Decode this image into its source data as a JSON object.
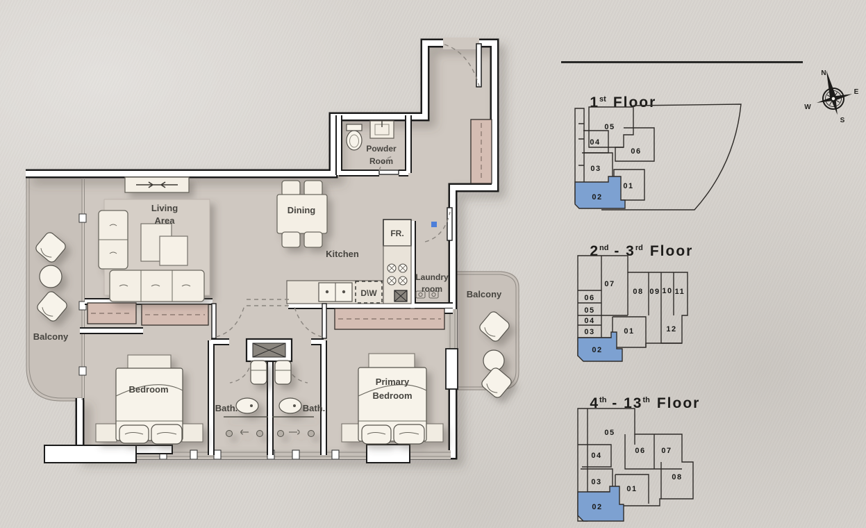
{
  "page": {
    "bg": "#d8d4cf"
  },
  "floorplan": {
    "labels": {
      "living_1": "Living",
      "living_2": "Area",
      "dining": "Dining",
      "kitchen": "Kitchen",
      "powder_1": "Powder",
      "powder_2": "Room",
      "laundry_1": "Laundry",
      "laundry_2": "room",
      "fridge": "FR.",
      "dishwasher": "D\\W",
      "balcony_left": "Balcony",
      "balcony_right": "Balcony",
      "bedroom": "Bedroom",
      "primary_1": "Primary",
      "primary_2": "Bedroom",
      "bath_left": "Bath.",
      "bath_right": "Bath."
    },
    "colors": {
      "floor": "#cfc8c1",
      "balcony_floor": "#c8c1ba",
      "wall": "#ffffff",
      "outline": "#1c1c1c",
      "closet": "#d5bdb3",
      "furniture": "#f4efe5",
      "accent_blue": "#4d7fd9",
      "highlight_unit": "#7da1d1",
      "label": "#46443f"
    }
  },
  "keyplans": [
    {
      "title": {
        "a": "1",
        "a_sup": "st",
        "dash": "",
        "b": "",
        "b_sup": "",
        "rest": "Floor"
      },
      "highlight_unit": "02",
      "units": [
        {
          "n": "05"
        },
        {
          "n": "04"
        },
        {
          "n": "06"
        },
        {
          "n": "03"
        },
        {
          "n": "01"
        },
        {
          "n": "02"
        }
      ]
    },
    {
      "title": {
        "a": "2",
        "a_sup": "nd",
        "dash": " - ",
        "b": "3",
        "b_sup": "rd",
        "rest": "Floor"
      },
      "highlight_unit": "02",
      "units": [
        {
          "n": "07"
        },
        {
          "n": "08"
        },
        {
          "n": "09"
        },
        {
          "n": "10"
        },
        {
          "n": "11"
        },
        {
          "n": "06"
        },
        {
          "n": "05"
        },
        {
          "n": "04"
        },
        {
          "n": "03"
        },
        {
          "n": "01"
        },
        {
          "n": "12"
        },
        {
          "n": "02"
        }
      ]
    },
    {
      "title": {
        "a": "4",
        "a_sup": "th",
        "dash": " - ",
        "b": "13",
        "b_sup": "th",
        "rest": "Floor"
      },
      "highlight_unit": "02",
      "units": [
        {
          "n": "05"
        },
        {
          "n": "04"
        },
        {
          "n": "06"
        },
        {
          "n": "07"
        },
        {
          "n": "03"
        },
        {
          "n": "01"
        },
        {
          "n": "08"
        },
        {
          "n": "02"
        }
      ]
    }
  ],
  "compass": {
    "n": "N",
    "e": "E",
    "s": "S",
    "w": "W"
  }
}
